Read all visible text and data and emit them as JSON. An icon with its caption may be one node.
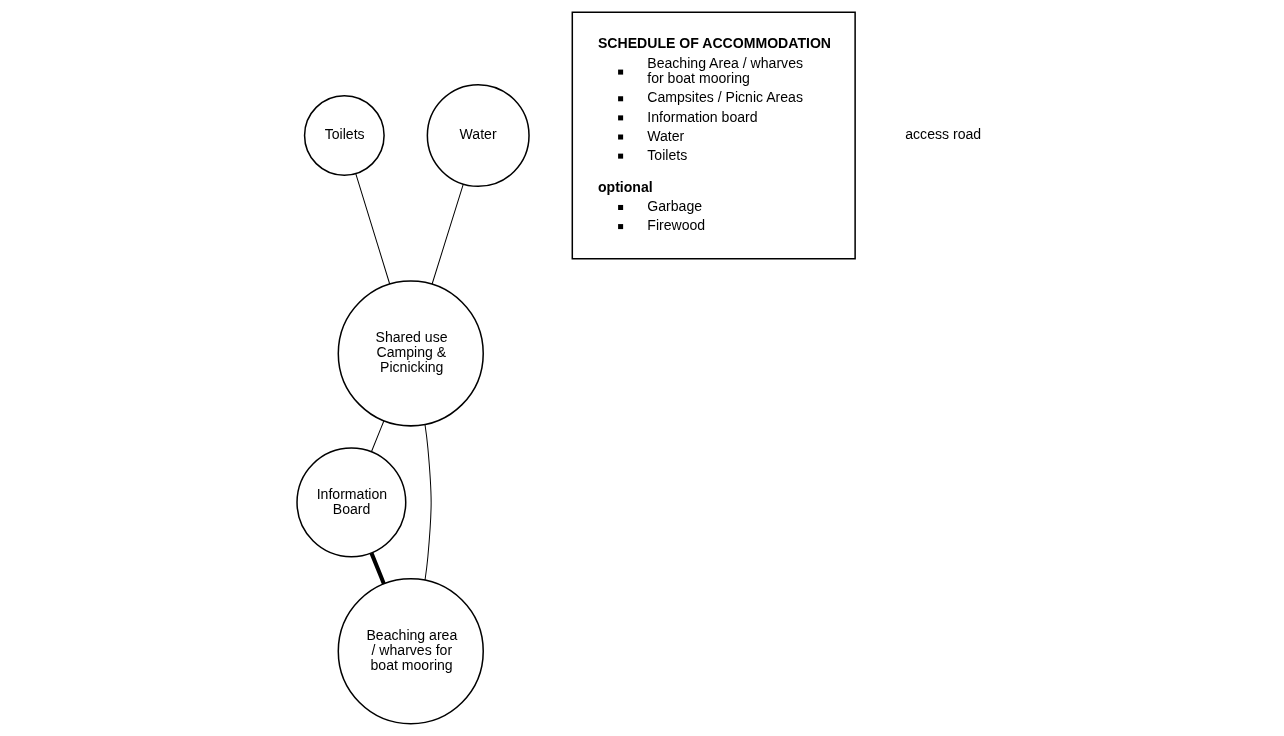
{
  "diagram": {
    "nodes": [
      {
        "text": [
          "Toilets"
        ]
      },
      {
        "text": [
          "Water"
        ]
      },
      {
        "text": [
          "Shared use Camping & Picnicking"
        ]
      },
      {
        "text": [
          "Information Board"
        ]
      },
      {
        "text": [
          "Beaching area / wharves for boat mooring"
        ]
      },
      {
        "text": [
          "SCHEDULE OF ACCOMMODATION",
          "Beaching Area / wharves for boat mooring",
          "Campsites / Picnic Areas",
          "Information board",
          "Water",
          "Toilets",
          "optional",
          "Garbage",
          "Firewood"
        ]
      }
    ],
    "edges": [
      {
        "from": 0,
        "to": 2,
        "arrow": "none"
      },
      {
        "from": 1,
        "to": 2,
        "arrow": "none"
      },
      {
        "from": 2,
        "to": 3,
        "arrow": "none"
      },
      {
        "from": 2,
        "to": 4,
        "arrow": "none"
      },
      {
        "from": 3,
        "to": 4,
        "arrow": "none",
        "style": "thick"
      }
    ],
    "labels": [
      "access road"
    ]
  }
}
